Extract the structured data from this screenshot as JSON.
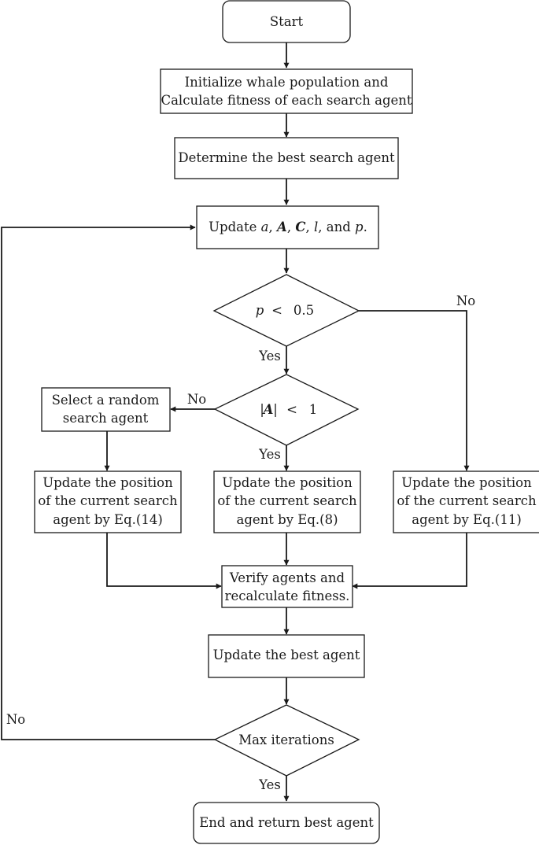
{
  "flowchart": {
    "start": "Start",
    "init_line1": "Initialize whale population and",
    "init_line2": "Calculate fitness of each search agent",
    "determine_best": "Determine the best search agent",
    "update_params": {
      "prefix": "Update ",
      "a": "a",
      "sep1": ", ",
      "A": "A",
      "sep2": ", ",
      "C": "C",
      "sep3": ", ",
      "l": "l",
      "sep4": ", and ",
      "p": "p",
      "suffix": "."
    },
    "decision_p": {
      "var": "p",
      "op": "<",
      "value": "0.5"
    },
    "decision_A": {
      "abs_open": "|",
      "var": "A",
      "abs_close": "|",
      "op": "<",
      "value": "1"
    },
    "random_agent_line1": "Select a random",
    "random_agent_line2": "search agent",
    "update_eq14_line1": "Update the position",
    "update_eq14_line2": "of the current search",
    "update_eq14_line3": "agent by Eq.(14)",
    "update_eq8_line1": "Update the position",
    "update_eq8_line2": "of the current search",
    "update_eq8_line3": "agent by Eq.(8)",
    "update_eq11_line1": "Update the position",
    "update_eq11_line2": "of the current search",
    "update_eq11_line3": "agent by Eq.(11)",
    "verify_line1": "Verify agents and",
    "verify_line2": "recalculate fitness.",
    "update_best": "Update the best agent",
    "max_iterations": "Max iterations",
    "end": "End and return best agent",
    "labels": {
      "yes": "Yes",
      "no": "No"
    }
  }
}
